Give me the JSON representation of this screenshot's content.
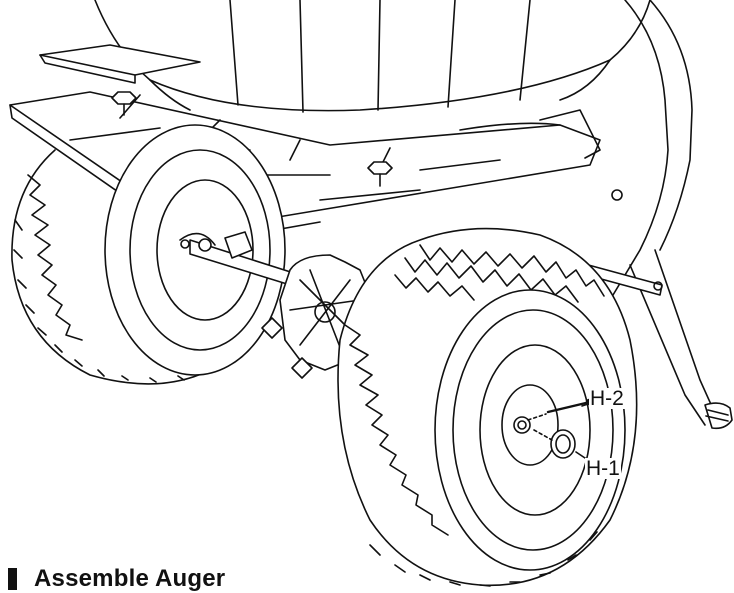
{
  "diagram": {
    "callouts": [
      {
        "id": "H-2",
        "label": "H-2"
      },
      {
        "id": "H-1",
        "label": "H-1"
      }
    ]
  },
  "section": {
    "title": "Assemble Auger",
    "marker_color": "#111111"
  },
  "colors": {
    "line": "#111111",
    "background": "#ffffff"
  }
}
